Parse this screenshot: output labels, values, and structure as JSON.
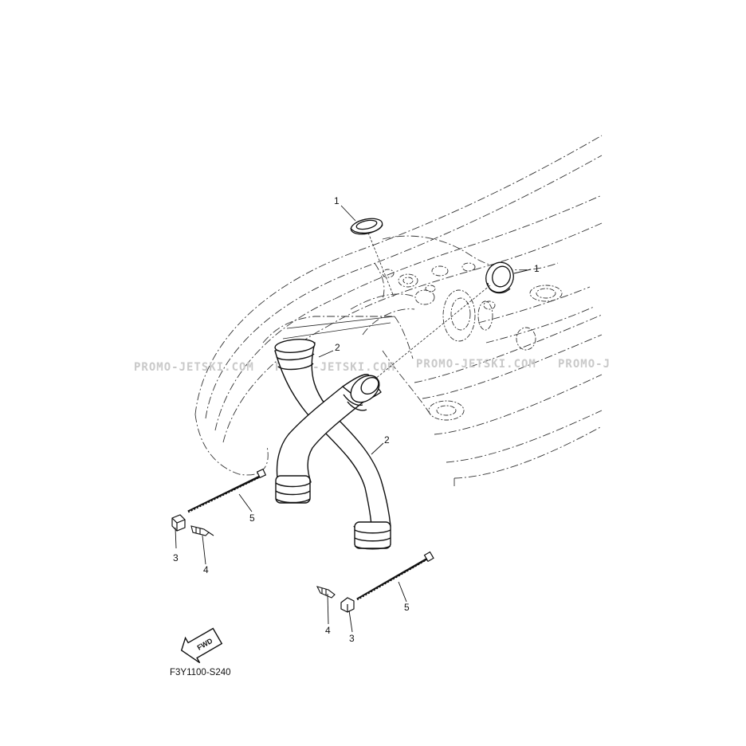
{
  "diagram": {
    "figure_code": "F3Y1100-S240",
    "fwd_label": "FWD",
    "watermark_text": "PROMO-JETSKI.COM",
    "watermark_partial": "PROMO-J",
    "callouts": {
      "grommet_top": "1",
      "grommet_right": "1",
      "hose_upper": "2",
      "hose_lower": "2",
      "clip_left": "3",
      "clip_right": "3",
      "rivet_left": "4",
      "rivet_right": "4",
      "tie_left": "5",
      "tie_right": "5"
    }
  },
  "colors": {
    "line": "#1a1a1a",
    "hull_line": "#333333",
    "watermark": "#c9c9c9",
    "background": "#ffffff"
  }
}
